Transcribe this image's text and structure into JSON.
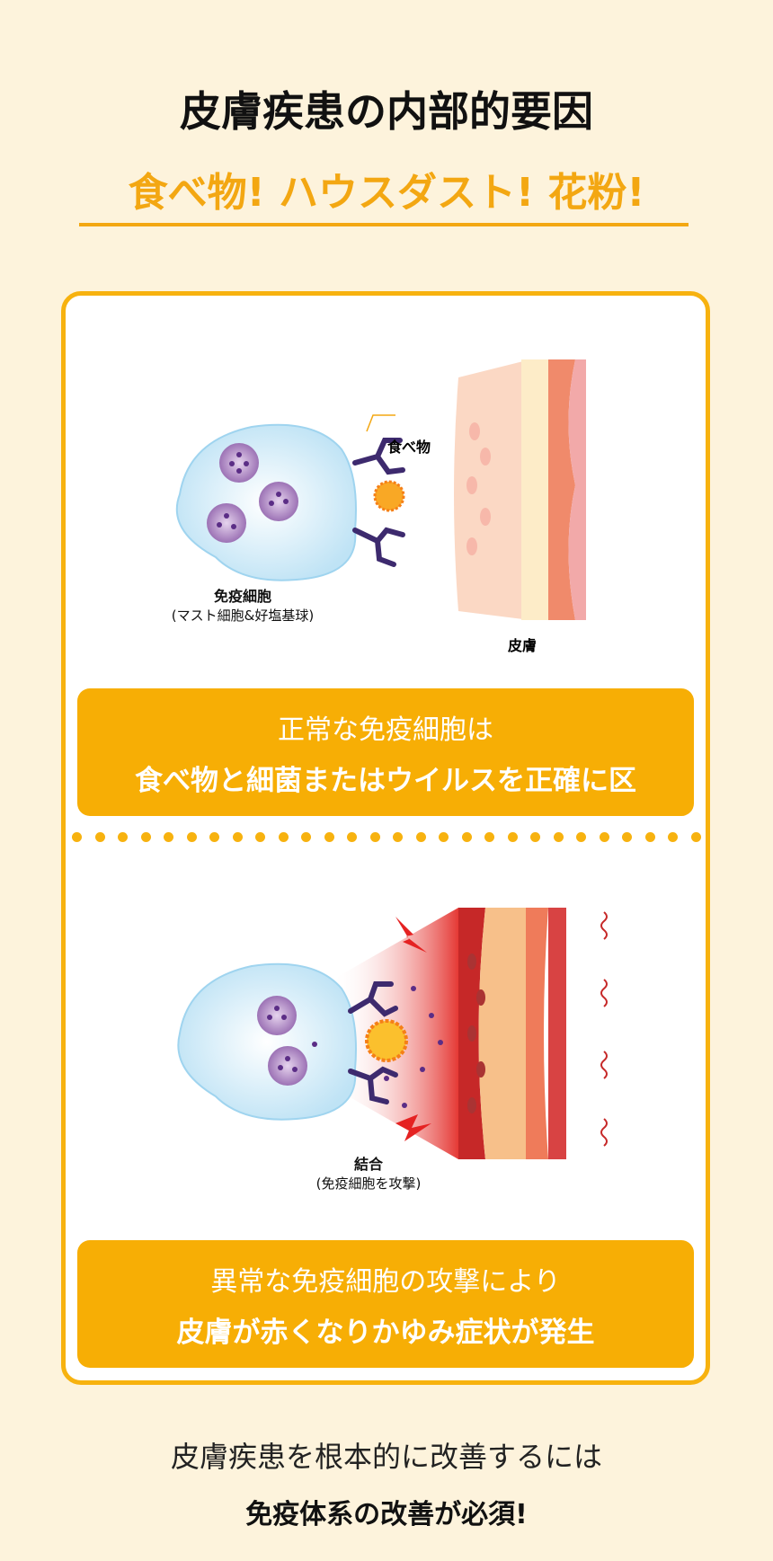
{
  "header": {
    "title": "皮膚疾患の内部的要因",
    "subtitle": "食べ物! ハウスダスト! 花粉!"
  },
  "illustration1": {
    "cell_label": "免疫細胞",
    "cell_sublabel": "(マスト細胞&好塩基球)",
    "food_label": "食べ物",
    "skin_label": "皮膚"
  },
  "box1": {
    "line1": "正常な免疫細胞は",
    "line2": "食べ物と細菌またはウイルスを正確に区"
  },
  "illustration2": {
    "bind_label": "結合",
    "bind_sublabel": "(免疫細胞を攻撃)"
  },
  "box2": {
    "line1": "異常な免疫細胞の攻撃により",
    "line2": "皮膚が赤くなりかゆみ症状が発生"
  },
  "footer": {
    "line1": "皮膚疾患を根本的に改善するには",
    "line2": "免疫体系の改善が必須!"
  },
  "colors": {
    "accent": "#f7ae05",
    "background": "#fdf3dc"
  }
}
